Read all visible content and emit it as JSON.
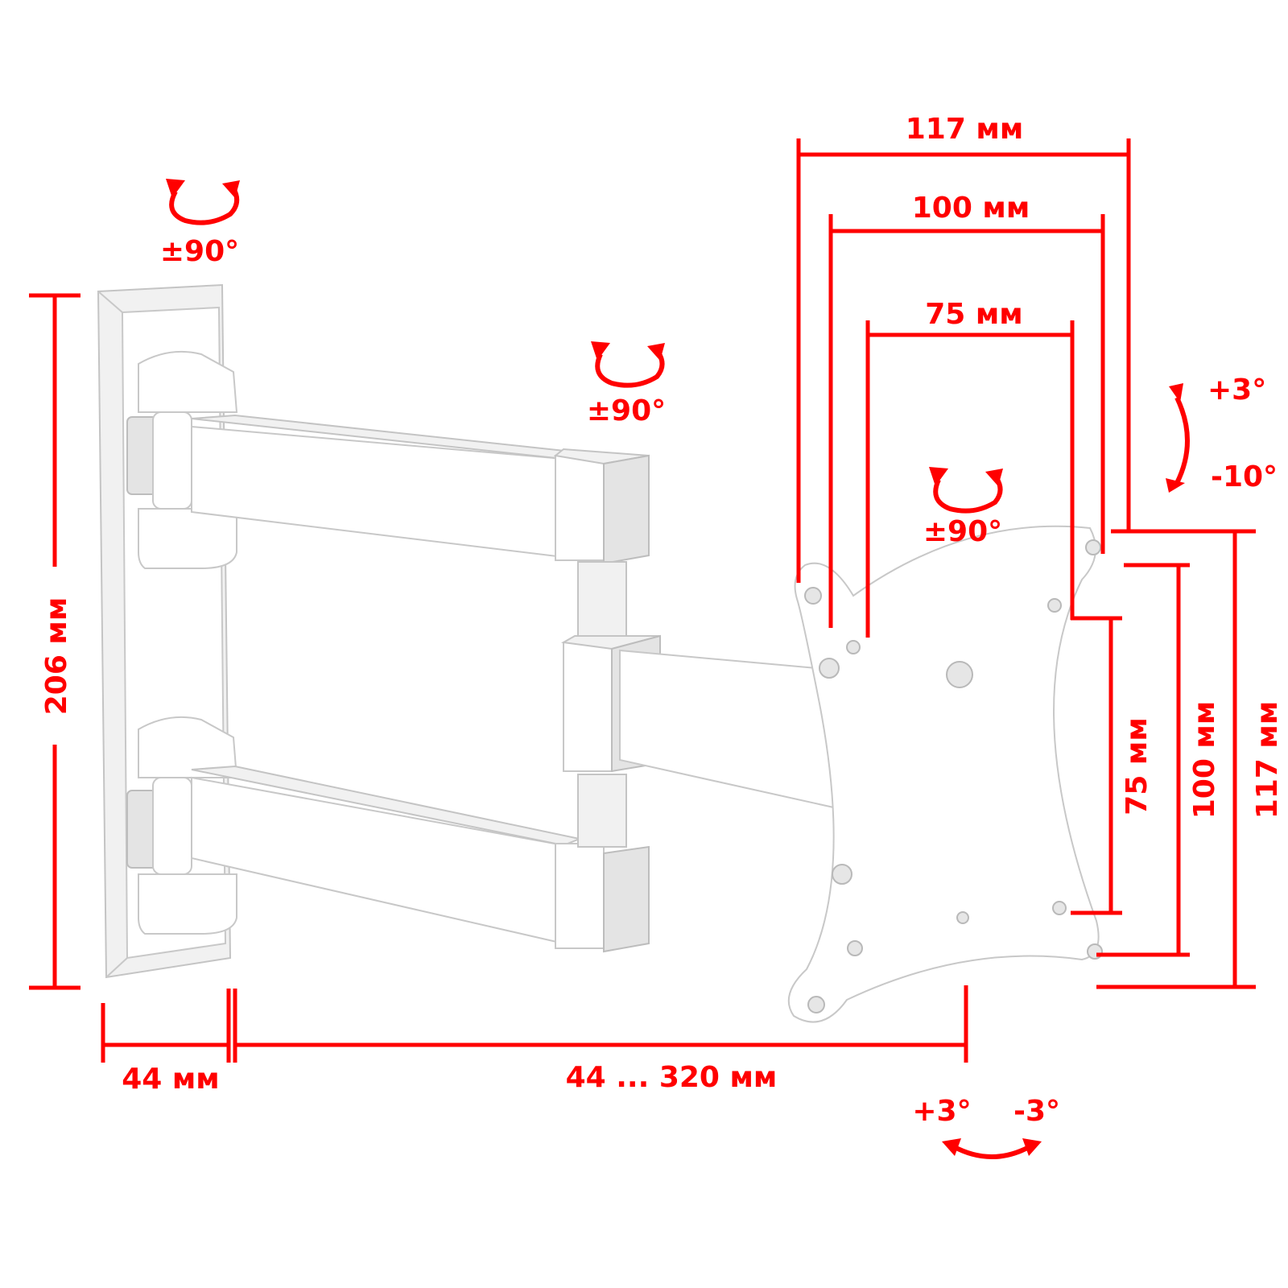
{
  "colors": {
    "accent": "#ff0000",
    "product": "#ffffff"
  },
  "labels": {
    "swivel_wall": "±90°",
    "swivel_elbow": "±90°",
    "rotation_plate": "±90°",
    "tilt_up": "+3°",
    "tilt_down": "-10°",
    "level_left": "+3°",
    "level_right": "-3°"
  },
  "dimensions": {
    "top_outer": "117 мм",
    "top_mid": "100 мм",
    "top_inner": "75 мм",
    "wall_height": "206 мм",
    "wall_depth": "44 мм",
    "extension": "44 ... 320 мм",
    "side_inner": "75 мм",
    "side_mid": "100 мм",
    "side_outer": "117 мм"
  },
  "icons": [
    "rotate-arrow-icon",
    "tilt-arrow-icon",
    "level-arrow-icon"
  ]
}
